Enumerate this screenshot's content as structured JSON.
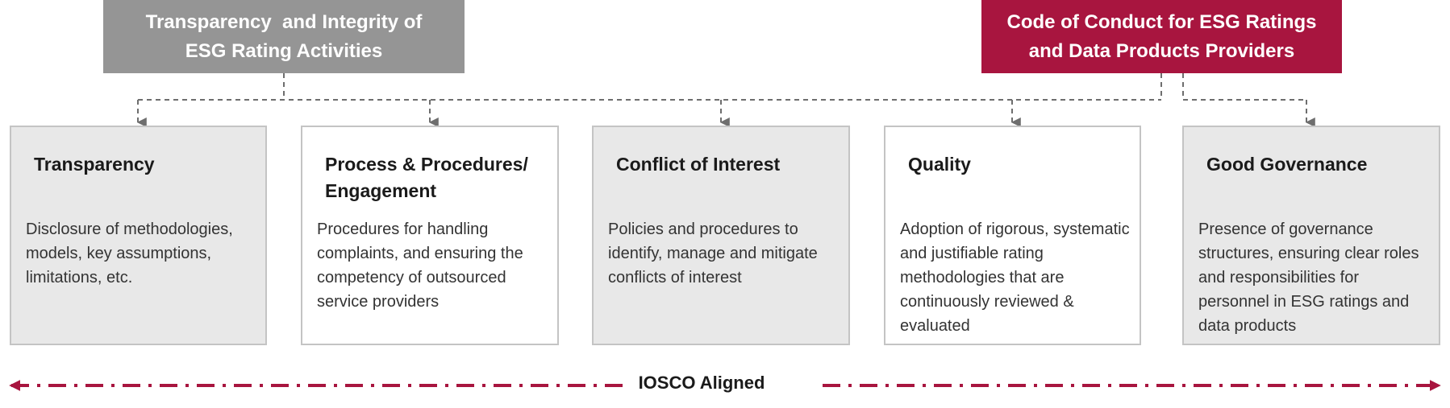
{
  "headers": {
    "left": {
      "line1": "Transparency  and Integrity of",
      "line2": "ESG Rating Activities",
      "color": "#959595"
    },
    "right": {
      "line1": "Code of Conduct for ESG Ratings",
      "line2": "and Data Products Providers",
      "color": "#a8153f"
    }
  },
  "cards": [
    {
      "title": "Transparency",
      "body": "Disclosure of methodologies, models, key assumptions, limitations, etc.",
      "style": "grey"
    },
    {
      "title": "Process & Procedures/ Engagement",
      "body": "Procedures for handling complaints, and ensuring the competency of outsourced service providers",
      "style": "white"
    },
    {
      "title": "Conflict of Interest",
      "body": "Policies and procedures to identify, manage and mitigate conflicts of interest",
      "style": "grey"
    },
    {
      "title": "Quality",
      "body": "Adoption of rigorous, systematic and justifiable rating methodologies that are continuously reviewed & evaluated",
      "style": "white"
    },
    {
      "title": "Good Governance",
      "body": "Presence of governance structures, ensuring clear roles and responsibilities for personnel in ESG ratings and data products",
      "style": "grey"
    }
  ],
  "footer": {
    "label": "IOSCO Aligned",
    "line_color": "#a8153f"
  },
  "colors": {
    "connector": "#6e6e6e",
    "card_border": "#c4c4c4",
    "card_grey": "#e8e8e8"
  }
}
